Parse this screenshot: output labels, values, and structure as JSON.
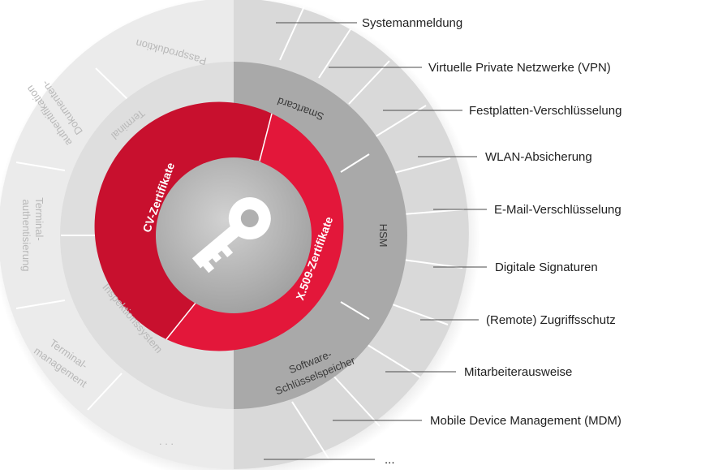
{
  "applications": [
    "Systemanmeldung",
    "Virtuelle  Private Netzwerke (VPN)",
    "Festplatten-Verschlüsselung",
    "WLAN-Absicherung",
    "E-Mail-Verschlüsselung",
    "Digitale Signaturen",
    "(Remote) Zugriffsschutz",
    "Mitarbeiterausweise",
    "Mobile Device Management (MDM)",
    "..."
  ],
  "storage_segments": {
    "smartcard": "Smartcard",
    "hsm": "HSM",
    "software_line1": "Software-",
    "software_line2": "Schlüsselspeicher"
  },
  "faded_inner": {
    "terminal": "Terminal",
    "inspektionssystem": "Inspektionssystem"
  },
  "faded_outer": {
    "passproduktion": "Passproduktion",
    "dok_line1": "Dokumenten-",
    "dok_line2": "authentifikation",
    "termauth_line1": "Terminal-",
    "termauth_line2": "authentisierung",
    "termmgmt_line1": "Terminal-",
    "termmgmt_line2": "management",
    "ellipsis": ". . ."
  },
  "certificates": {
    "cv": "CV-Zertifikate",
    "x509": "X.509-Zertifikate"
  },
  "center": {
    "icon": "key-icon"
  },
  "colors": {
    "outer_left": "#ebebeb",
    "outer_right": "#d6d6d6",
    "middle_left": "#dedede",
    "middle_right": "#a9a9a9",
    "cv_red": "#c8102e",
    "x509_red": "#e3173a",
    "core": "#b3b3b3"
  }
}
